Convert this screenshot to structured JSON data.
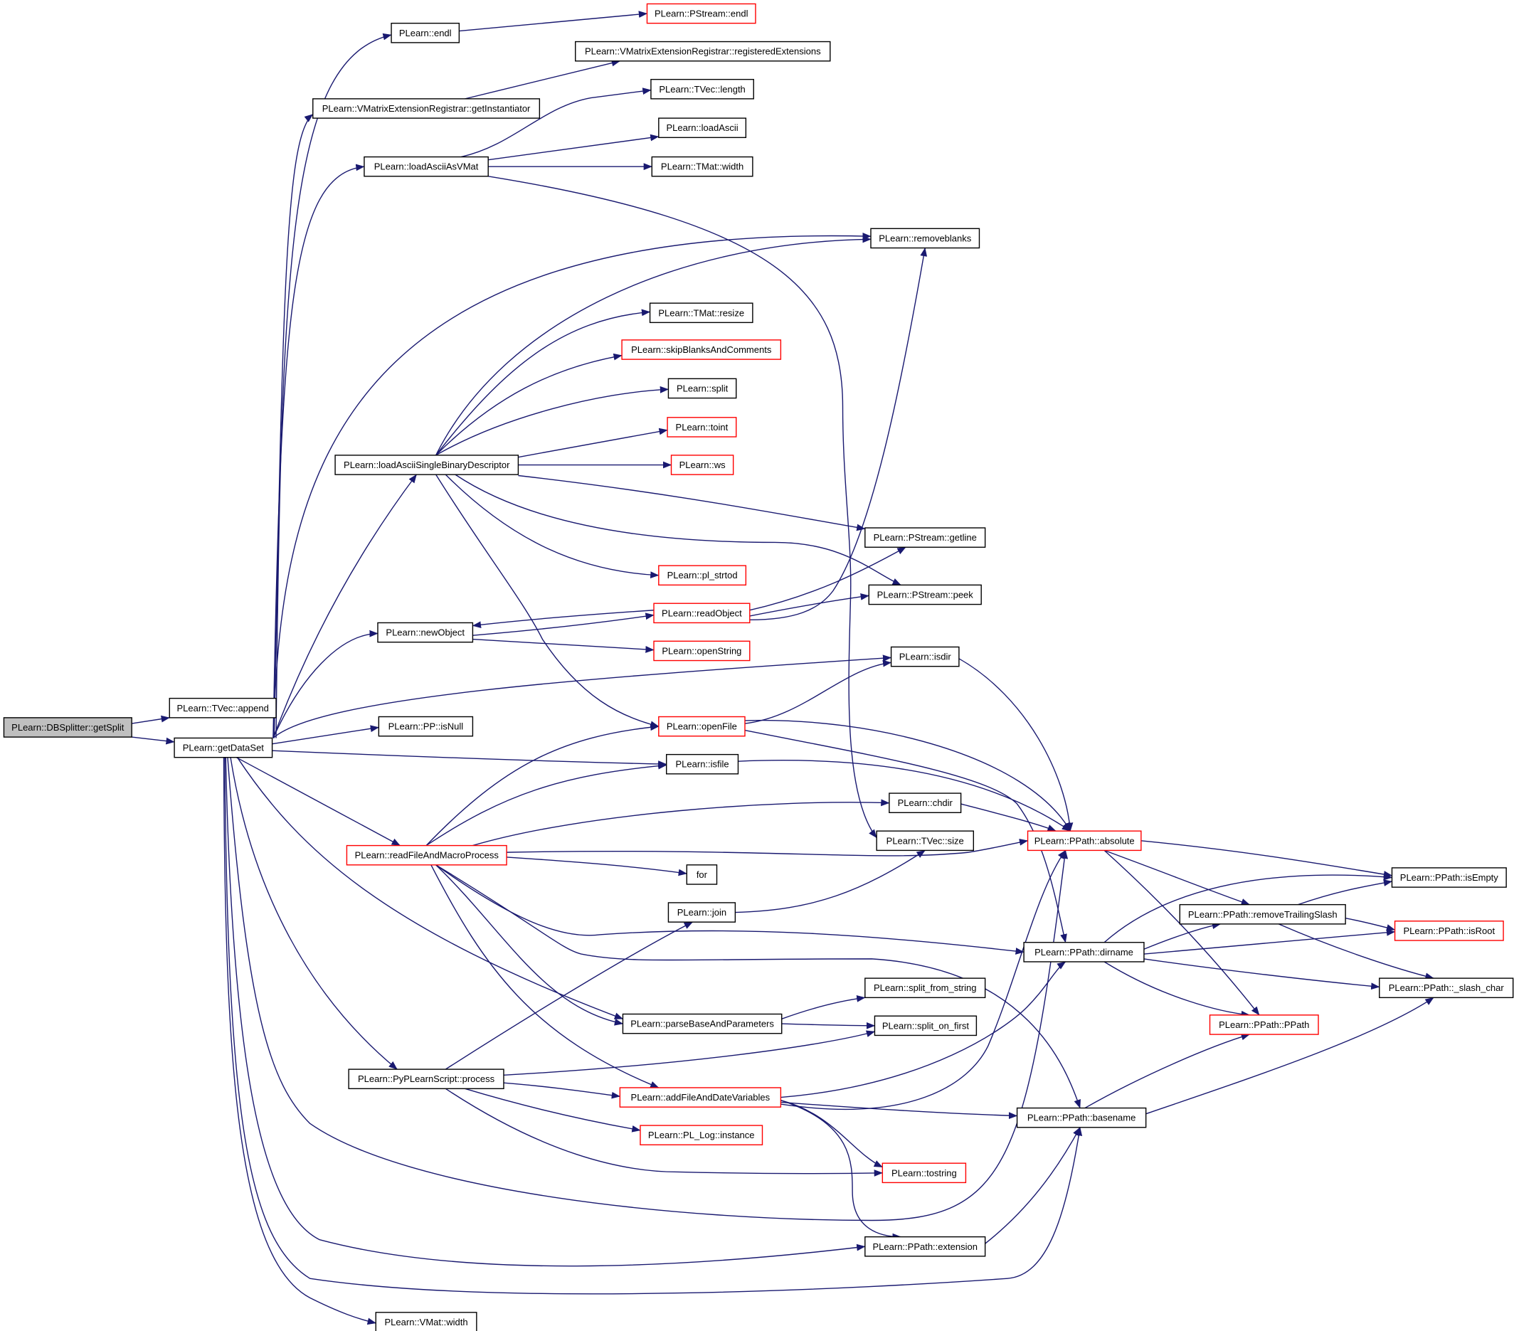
{
  "colors": {
    "edge": "#191970",
    "node_border": "#000000",
    "node_border_truncated": "#ff0000",
    "node_fill": "#ffffff",
    "node_fill_root": "#bfbfbf"
  },
  "nodes": [
    {
      "id": "n1",
      "label": "PLearn::DBSplitter::getSplit",
      "style": "root"
    },
    {
      "id": "n2",
      "label": "PLearn::TVec::append",
      "style": "normal"
    },
    {
      "id": "n3",
      "label": "PLearn::getDataSet",
      "style": "normal"
    },
    {
      "id": "n4",
      "label": "PLearn::endl",
      "style": "normal"
    },
    {
      "id": "n5",
      "label": "PLearn::PStream::endl",
      "style": "truncated"
    },
    {
      "id": "n6",
      "label": "PLearn::VMatrixExtensionRegistrar::registeredExtensions",
      "style": "normal"
    },
    {
      "id": "n7",
      "label": "PLearn::VMatrixExtensionRegistrar::getInstantiator",
      "style": "normal"
    },
    {
      "id": "n8",
      "label": "PLearn::TVec::length",
      "style": "normal"
    },
    {
      "id": "n9",
      "label": "PLearn::loadAscii",
      "style": "normal"
    },
    {
      "id": "n10",
      "label": "PLearn::loadAsciiAsVMat",
      "style": "normal"
    },
    {
      "id": "n11",
      "label": "PLearn::TMat::width",
      "style": "normal"
    },
    {
      "id": "n12",
      "label": "PLearn::removeblanks",
      "style": "normal"
    },
    {
      "id": "n13",
      "label": "PLearn::TMat::resize",
      "style": "normal"
    },
    {
      "id": "n14",
      "label": "PLearn::skipBlanksAndComments",
      "style": "truncated"
    },
    {
      "id": "n15",
      "label": "PLearn::split",
      "style": "normal"
    },
    {
      "id": "n16",
      "label": "PLearn::toint",
      "style": "truncated"
    },
    {
      "id": "n17",
      "label": "PLearn::loadAsciiSingleBinaryDescriptor",
      "style": "normal"
    },
    {
      "id": "n18",
      "label": "PLearn::ws",
      "style": "truncated"
    },
    {
      "id": "n19",
      "label": "PLearn::PStream::getline",
      "style": "normal"
    },
    {
      "id": "n20",
      "label": "PLearn::pl_strtod",
      "style": "truncated"
    },
    {
      "id": "n21",
      "label": "PLearn::PStream::peek",
      "style": "normal"
    },
    {
      "id": "n22",
      "label": "PLearn::readObject",
      "style": "truncated"
    },
    {
      "id": "n23",
      "label": "PLearn::newObject",
      "style": "normal"
    },
    {
      "id": "n24",
      "label": "PLearn::openString",
      "style": "truncated"
    },
    {
      "id": "n25",
      "label": "PLearn::isdir",
      "style": "normal"
    },
    {
      "id": "n26",
      "label": "PLearn::PP::isNull",
      "style": "normal"
    },
    {
      "id": "n27",
      "label": "PLearn::openFile",
      "style": "truncated"
    },
    {
      "id": "n28",
      "label": "PLearn::isfile",
      "style": "normal"
    },
    {
      "id": "n29",
      "label": "PLearn::chdir",
      "style": "normal"
    },
    {
      "id": "n30",
      "label": "PLearn::PPath::absolute",
      "style": "truncated"
    },
    {
      "id": "n31",
      "label": "PLearn::TVec::size",
      "style": "normal"
    },
    {
      "id": "n32",
      "label": "PLearn::readFileAndMacroProcess",
      "style": "truncated"
    },
    {
      "id": "n33",
      "label": "for",
      "style": "normal"
    },
    {
      "id": "n34",
      "label": "PLearn::PPath::isEmpty",
      "style": "normal"
    },
    {
      "id": "n35",
      "label": "PLearn::join",
      "style": "normal"
    },
    {
      "id": "n36",
      "label": "PLearn::PPath::removeTrailingSlash",
      "style": "normal"
    },
    {
      "id": "n37",
      "label": "PLearn::PPath::isRoot",
      "style": "truncated"
    },
    {
      "id": "n38",
      "label": "PLearn::PPath::dirname",
      "style": "normal"
    },
    {
      "id": "n39",
      "label": "PLearn::PPath::_slash_char",
      "style": "normal"
    },
    {
      "id": "n40",
      "label": "PLearn::split_from_string",
      "style": "normal"
    },
    {
      "id": "n41",
      "label": "PLearn::parseBaseAndParameters",
      "style": "normal"
    },
    {
      "id": "n42",
      "label": "PLearn::split_on_first",
      "style": "normal"
    },
    {
      "id": "n43",
      "label": "PLearn::PPath::PPath",
      "style": "truncated"
    },
    {
      "id": "n44",
      "label": "PLearn::PyPLearnScript::process",
      "style": "normal"
    },
    {
      "id": "n45",
      "label": "PLearn::addFileAndDateVariables",
      "style": "truncated"
    },
    {
      "id": "n46",
      "label": "PLearn::PPath::basename",
      "style": "normal"
    },
    {
      "id": "n47",
      "label": "PLearn::PL_Log::instance",
      "style": "truncated"
    },
    {
      "id": "n48",
      "label": "PLearn::tostring",
      "style": "truncated"
    },
    {
      "id": "n49",
      "label": "PLearn::PPath::extension",
      "style": "normal"
    },
    {
      "id": "n50",
      "label": "PLearn::VMat::width",
      "style": "normal"
    }
  ],
  "edges": [
    {
      "from": "n1",
      "to": "n2"
    },
    {
      "from": "n1",
      "to": "n3"
    },
    {
      "from": "n3",
      "to": "n4"
    },
    {
      "from": "n3",
      "to": "n7"
    },
    {
      "from": "n3",
      "to": "n10"
    },
    {
      "from": "n3",
      "to": "n12"
    },
    {
      "from": "n3",
      "to": "n17"
    },
    {
      "from": "n3",
      "to": "n23"
    },
    {
      "from": "n3",
      "to": "n25"
    },
    {
      "from": "n3",
      "to": "n26"
    },
    {
      "from": "n3",
      "to": "n28"
    },
    {
      "from": "n3",
      "to": "n32"
    },
    {
      "from": "n3",
      "to": "n41"
    },
    {
      "from": "n3",
      "to": "n44"
    },
    {
      "from": "n3",
      "to": "n30"
    },
    {
      "from": "n3",
      "to": "n49"
    },
    {
      "from": "n3",
      "to": "n46"
    },
    {
      "from": "n3",
      "to": "n50"
    },
    {
      "from": "n4",
      "to": "n5"
    },
    {
      "from": "n7",
      "to": "n6"
    },
    {
      "from": "n10",
      "to": "n8"
    },
    {
      "from": "n10",
      "to": "n9"
    },
    {
      "from": "n10",
      "to": "n11"
    },
    {
      "from": "n10",
      "to": "n31"
    },
    {
      "from": "n17",
      "to": "n12"
    },
    {
      "from": "n17",
      "to": "n13"
    },
    {
      "from": "n17",
      "to": "n14"
    },
    {
      "from": "n17",
      "to": "n15"
    },
    {
      "from": "n17",
      "to": "n16"
    },
    {
      "from": "n17",
      "to": "n18"
    },
    {
      "from": "n17",
      "to": "n19"
    },
    {
      "from": "n17",
      "to": "n20"
    },
    {
      "from": "n17",
      "to": "n21"
    },
    {
      "from": "n17",
      "to": "n27"
    },
    {
      "from": "n22",
      "to": "n23"
    },
    {
      "from": "n22",
      "to": "n19"
    },
    {
      "from": "n22",
      "to": "n21"
    },
    {
      "from": "n22",
      "to": "n12"
    },
    {
      "from": "n23",
      "to": "n22"
    },
    {
      "from": "n23",
      "to": "n24"
    },
    {
      "from": "n27",
      "to": "n25"
    },
    {
      "from": "n27",
      "to": "n30"
    },
    {
      "from": "n27",
      "to": "n38"
    },
    {
      "from": "n25",
      "to": "n30"
    },
    {
      "from": "n28",
      "to": "n30"
    },
    {
      "from": "n29",
      "to": "n30"
    },
    {
      "from": "n32",
      "to": "n27"
    },
    {
      "from": "n32",
      "to": "n28"
    },
    {
      "from": "n32",
      "to": "n29"
    },
    {
      "from": "n32",
      "to": "n30"
    },
    {
      "from": "n32",
      "to": "n33"
    },
    {
      "from": "n32",
      "to": "n38"
    },
    {
      "from": "n32",
      "to": "n46"
    },
    {
      "from": "n32",
      "to": "n41"
    },
    {
      "from": "n32",
      "to": "n45"
    },
    {
      "from": "n35",
      "to": "n31"
    },
    {
      "from": "n30",
      "to": "n34"
    },
    {
      "from": "n30",
      "to": "n36"
    },
    {
      "from": "n30",
      "to": "n43"
    },
    {
      "from": "n36",
      "to": "n34"
    },
    {
      "from": "n36",
      "to": "n37"
    },
    {
      "from": "n36",
      "to": "n39"
    },
    {
      "from": "n38",
      "to": "n34"
    },
    {
      "from": "n38",
      "to": "n36"
    },
    {
      "from": "n38",
      "to": "n37"
    },
    {
      "from": "n38",
      "to": "n39"
    },
    {
      "from": "n38",
      "to": "n43"
    },
    {
      "from": "n41",
      "to": "n40"
    },
    {
      "from": "n41",
      "to": "n42"
    },
    {
      "from": "n44",
      "to": "n35"
    },
    {
      "from": "n44",
      "to": "n42"
    },
    {
      "from": "n44",
      "to": "n45"
    },
    {
      "from": "n44",
      "to": "n47"
    },
    {
      "from": "n44",
      "to": "n48"
    },
    {
      "from": "n45",
      "to": "n30"
    },
    {
      "from": "n45",
      "to": "n38"
    },
    {
      "from": "n45",
      "to": "n46"
    },
    {
      "from": "n45",
      "to": "n48"
    },
    {
      "from": "n45",
      "to": "n49"
    },
    {
      "from": "n46",
      "to": "n43"
    },
    {
      "from": "n46",
      "to": "n39"
    },
    {
      "from": "n49",
      "to": "n46"
    }
  ]
}
